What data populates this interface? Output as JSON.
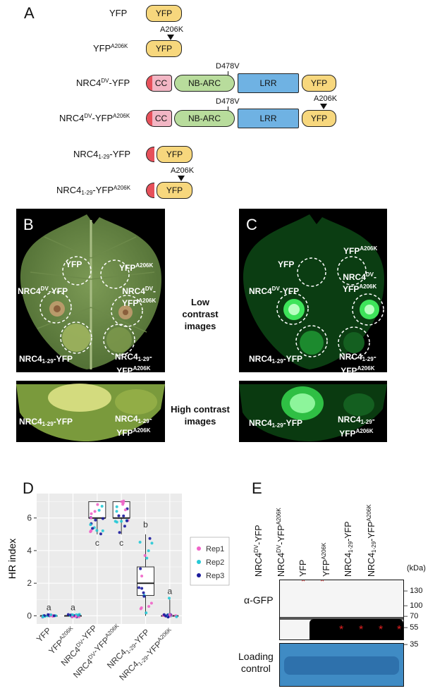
{
  "panel_a": {
    "letter": "A",
    "constructs": [
      {
        "name": "YFP",
        "sup": "",
        "sub": ""
      },
      {
        "name": "YFP",
        "sup": "A206K",
        "sub": ""
      },
      {
        "name": "NRC4",
        "sup": "DV",
        "sub": "",
        "suffix": "-YFP"
      },
      {
        "name": "NRC4",
        "sup": "DV",
        "sub": "",
        "suffix": "-YFP",
        "suffix_sup": "A206K"
      },
      {
        "name": "NRC4",
        "sup": "",
        "sub": "1-29",
        "suffix": "-YFP"
      },
      {
        "name": "NRC4",
        "sup": "",
        "sub": "1-29",
        "suffix": "-YFP",
        "suffix_sup": "A206K"
      }
    ],
    "domains": {
      "cc": "CC",
      "nbarc": "NB-ARC",
      "lrr": "LRR",
      "yfp": "YFP"
    },
    "mutations": {
      "a206k": "A206K",
      "d478v": "D478V"
    }
  },
  "panel_b": {
    "letter": "B"
  },
  "panel_c": {
    "letter": "C"
  },
  "leaf_labels": {
    "yfp": "YFP",
    "yfp_mut": "YFP",
    "mut": "A206K",
    "nrc4": "NRC4",
    "dv": "DV",
    "sub129": "1-29",
    "dash_yfp": "-YFP",
    "dash": "-"
  },
  "middle": {
    "low": [
      "Low contrast",
      "images"
    ],
    "high": [
      "High contrast",
      "images"
    ]
  },
  "panel_d": {
    "letter": "D"
  },
  "panel_e": {
    "letter": "E",
    "antibody": "α-GFP",
    "loading": [
      "Loading",
      "control"
    ],
    "kda_label": "(kDa)",
    "markers": [
      "130",
      "100",
      "70",
      "55",
      "35"
    ],
    "lanes": [
      "NRC4DV-YFP",
      "NRC4DV-YFPA206K",
      "YFP",
      "YFPA206K",
      "NRC41-29-YFP",
      "NRC41-29-YFPA206K"
    ],
    "star": "*"
  },
  "chart_data": {
    "type": "box",
    "ylabel": "HR index",
    "ylim": [
      -0.5,
      7.5
    ],
    "yticks": [
      0,
      2,
      4,
      6
    ],
    "grid": true,
    "legend_position": "right",
    "categories": [
      "YFP",
      "YFPA206K",
      "NRC4DV-YFP",
      "NRC4DV-YFPA206K",
      "NRC41-29-YFP",
      "NRC41-29-YFPA206K"
    ],
    "boxes": [
      {
        "q1": 0,
        "median": 0,
        "q3": 0,
        "min": 0,
        "max": 0
      },
      {
        "q1": 0,
        "median": 0,
        "q3": 0,
        "min": 0,
        "max": 0
      },
      {
        "q1": 6,
        "median": 6,
        "q3": 7,
        "min": 5,
        "max": 7
      },
      {
        "q1": 6,
        "median": 6,
        "q3": 7,
        "min": 5,
        "max": 7
      },
      {
        "q1": 1.25,
        "median": 2,
        "q3": 3,
        "min": 0,
        "max": 5
      },
      {
        "q1": 0,
        "median": 0,
        "q3": 0,
        "min": 0,
        "max": 1
      }
    ],
    "letters": [
      "a",
      "a",
      "c",
      "c",
      "b",
      "a"
    ],
    "series": [
      {
        "name": "Rep1",
        "color": "#f064c8"
      },
      {
        "name": "Rep2",
        "color": "#25c9d6"
      },
      {
        "name": "Rep3",
        "color": "#1a1a9c"
      }
    ]
  }
}
